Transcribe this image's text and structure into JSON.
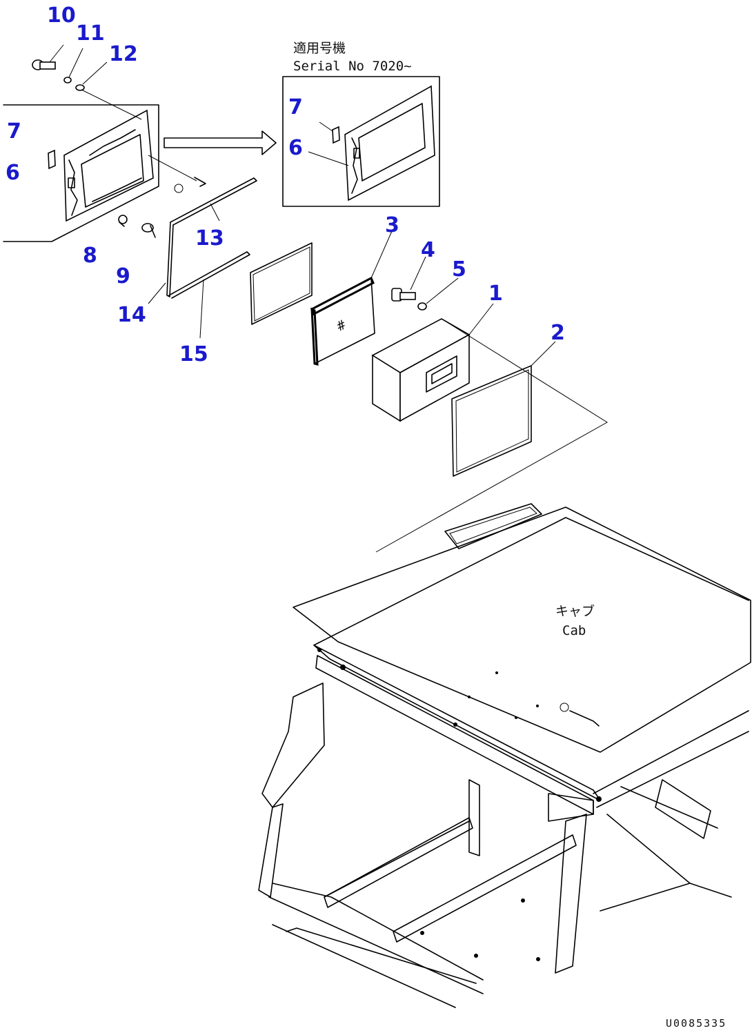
{
  "callouts": {
    "c1": "1",
    "c2": "2",
    "c3": "3",
    "c4": "4",
    "c5": "5",
    "c6a": "6",
    "c6b": "6",
    "c7a": "7",
    "c7b": "7",
    "c8": "8",
    "c9": "9",
    "c10": "10",
    "c11": "11",
    "c12": "12",
    "c13": "13",
    "c14": "14",
    "c15": "15"
  },
  "inset": {
    "applicable_jp": "適用号機",
    "serial": "Serial No 7020~"
  },
  "cab": {
    "label_jp": "キャブ",
    "label_en": "Cab"
  },
  "drawing_id": "U0085335",
  "colors": {
    "callout": "#1a1acc",
    "line": "#000000",
    "background": "#ffffff"
  }
}
